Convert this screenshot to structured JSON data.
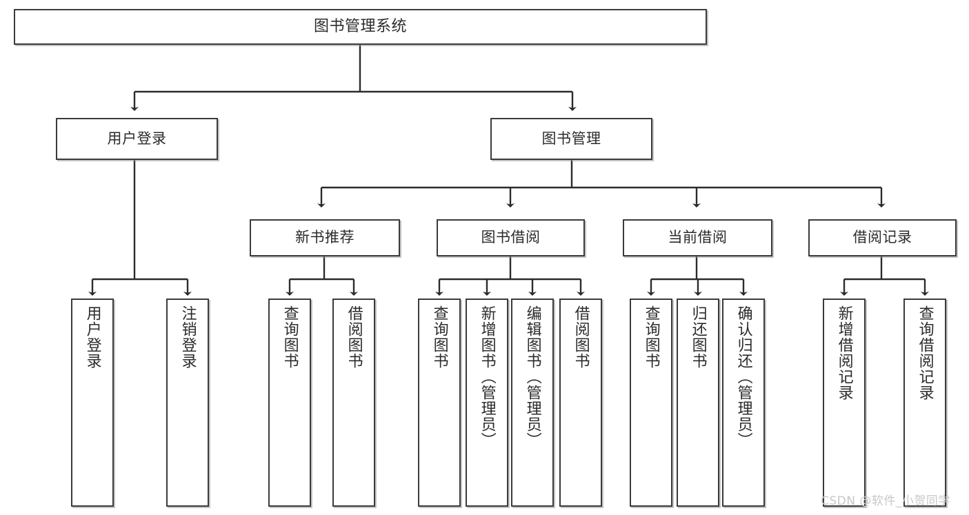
{
  "diagram": {
    "type": "hierarchy-tree",
    "title": "图书管理系统",
    "watermark": "CSDN @软件_小贺同学",
    "colors": {
      "box_border": "#3a3a3a",
      "box_fill": "#ffffff",
      "text": "#2b2b2b",
      "connector": "#2b2b2b",
      "watermark": "#c7c7c7",
      "background": "#ffffff"
    },
    "levels": {
      "root": {
        "label": "图书管理系统"
      },
      "level2": [
        {
          "label": "用户登录"
        },
        {
          "label": "图书管理"
        }
      ],
      "level3": [
        {
          "label": "新书推荐"
        },
        {
          "label": "图书借阅"
        },
        {
          "label": "当前借阅"
        },
        {
          "label": "借阅记录"
        }
      ],
      "leaves": {
        "user_login": [
          {
            "label": "用户登录"
          },
          {
            "label": "注销登录"
          }
        ],
        "new_book_recommend": [
          {
            "label": "查询图书"
          },
          {
            "label": "借阅图书"
          }
        ],
        "book_borrow": [
          {
            "label": "查询图书"
          },
          {
            "label": "新增图书（管理员）"
          },
          {
            "label": "编辑图书（管理员）"
          },
          {
            "label": "借阅图书"
          }
        ],
        "current_borrow": [
          {
            "label": "查询图书"
          },
          {
            "label": "归还图书"
          },
          {
            "label": "确认归还（管理员）"
          }
        ],
        "borrow_records": [
          {
            "label": "新增借阅记录"
          },
          {
            "label": "查询借阅记录"
          }
        ]
      }
    }
  }
}
